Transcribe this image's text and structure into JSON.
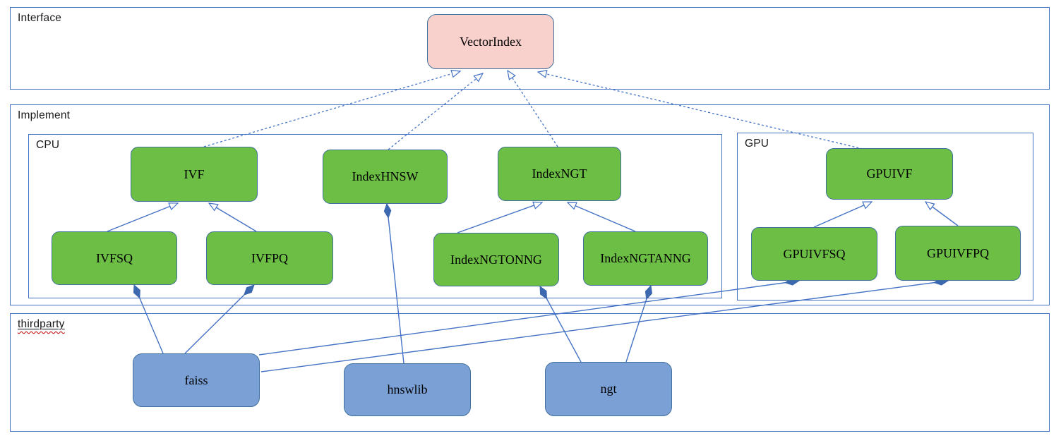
{
  "sections": {
    "interface": {
      "label": "Interface"
    },
    "implement": {
      "label": "Implement"
    },
    "cpu": {
      "label": "CPU"
    },
    "gpu": {
      "label": "GPU"
    },
    "thirdparty": {
      "label": "thirdparty"
    }
  },
  "nodes": {
    "vectorindex": {
      "label": "VectorIndex"
    },
    "ivf": {
      "label": "IVF"
    },
    "indexhnsw": {
      "label": "IndexHNSW"
    },
    "indexngt": {
      "label": "IndexNGT"
    },
    "ivfsq": {
      "label": "IVFSQ"
    },
    "ivfpq": {
      "label": "IVFPQ"
    },
    "indexngtonng": {
      "label": "IndexNGTONNG"
    },
    "indexngtanng": {
      "label": "IndexNGTANNG"
    },
    "gpuivf": {
      "label": "GPUIVF"
    },
    "gpuivfsq": {
      "label": "GPUIVFSQ"
    },
    "gpuivfpq": {
      "label": "GPUIVFPQ"
    },
    "faiss": {
      "label": "faiss"
    },
    "hnswlib": {
      "label": "hnswlib"
    },
    "ngt": {
      "label": "ngt"
    }
  },
  "edges": [
    {
      "from": "ivf",
      "to": "vectorindex",
      "relation": "realizes"
    },
    {
      "from": "indexhnsw",
      "to": "vectorindex",
      "relation": "realizes"
    },
    {
      "from": "indexngt",
      "to": "vectorindex",
      "relation": "realizes"
    },
    {
      "from": "gpuivf",
      "to": "vectorindex",
      "relation": "realizes"
    },
    {
      "from": "ivfsq",
      "to": "ivf",
      "relation": "inherits"
    },
    {
      "from": "ivfpq",
      "to": "ivf",
      "relation": "inherits"
    },
    {
      "from": "indexngtonng",
      "to": "indexngt",
      "relation": "inherits"
    },
    {
      "from": "indexngtanng",
      "to": "indexngt",
      "relation": "inherits"
    },
    {
      "from": "gpuivfsq",
      "to": "gpuivf",
      "relation": "inherits"
    },
    {
      "from": "gpuivfpq",
      "to": "gpuivf",
      "relation": "inherits"
    },
    {
      "from": "ivfsq",
      "to": "faiss",
      "relation": "composes"
    },
    {
      "from": "ivfpq",
      "to": "faiss",
      "relation": "composes"
    },
    {
      "from": "gpuivfsq",
      "to": "faiss",
      "relation": "composes"
    },
    {
      "from": "gpuivfpq",
      "to": "faiss",
      "relation": "composes"
    },
    {
      "from": "indexhnsw",
      "to": "hnswlib",
      "relation": "composes"
    },
    {
      "from": "indexngtonng",
      "to": "ngt",
      "relation": "composes"
    },
    {
      "from": "indexngtanng",
      "to": "ngt",
      "relation": "composes"
    }
  ],
  "colors": {
    "interface_fill": "#F8D1CD",
    "implement_fill": "#6CBE45",
    "thirdparty_fill": "#7BA0D6",
    "line": "#4472C4",
    "diamond_fill": "#3C68B0",
    "section_border": "#4472C4",
    "node_border": "#41719C",
    "label_text": "#000000"
  }
}
